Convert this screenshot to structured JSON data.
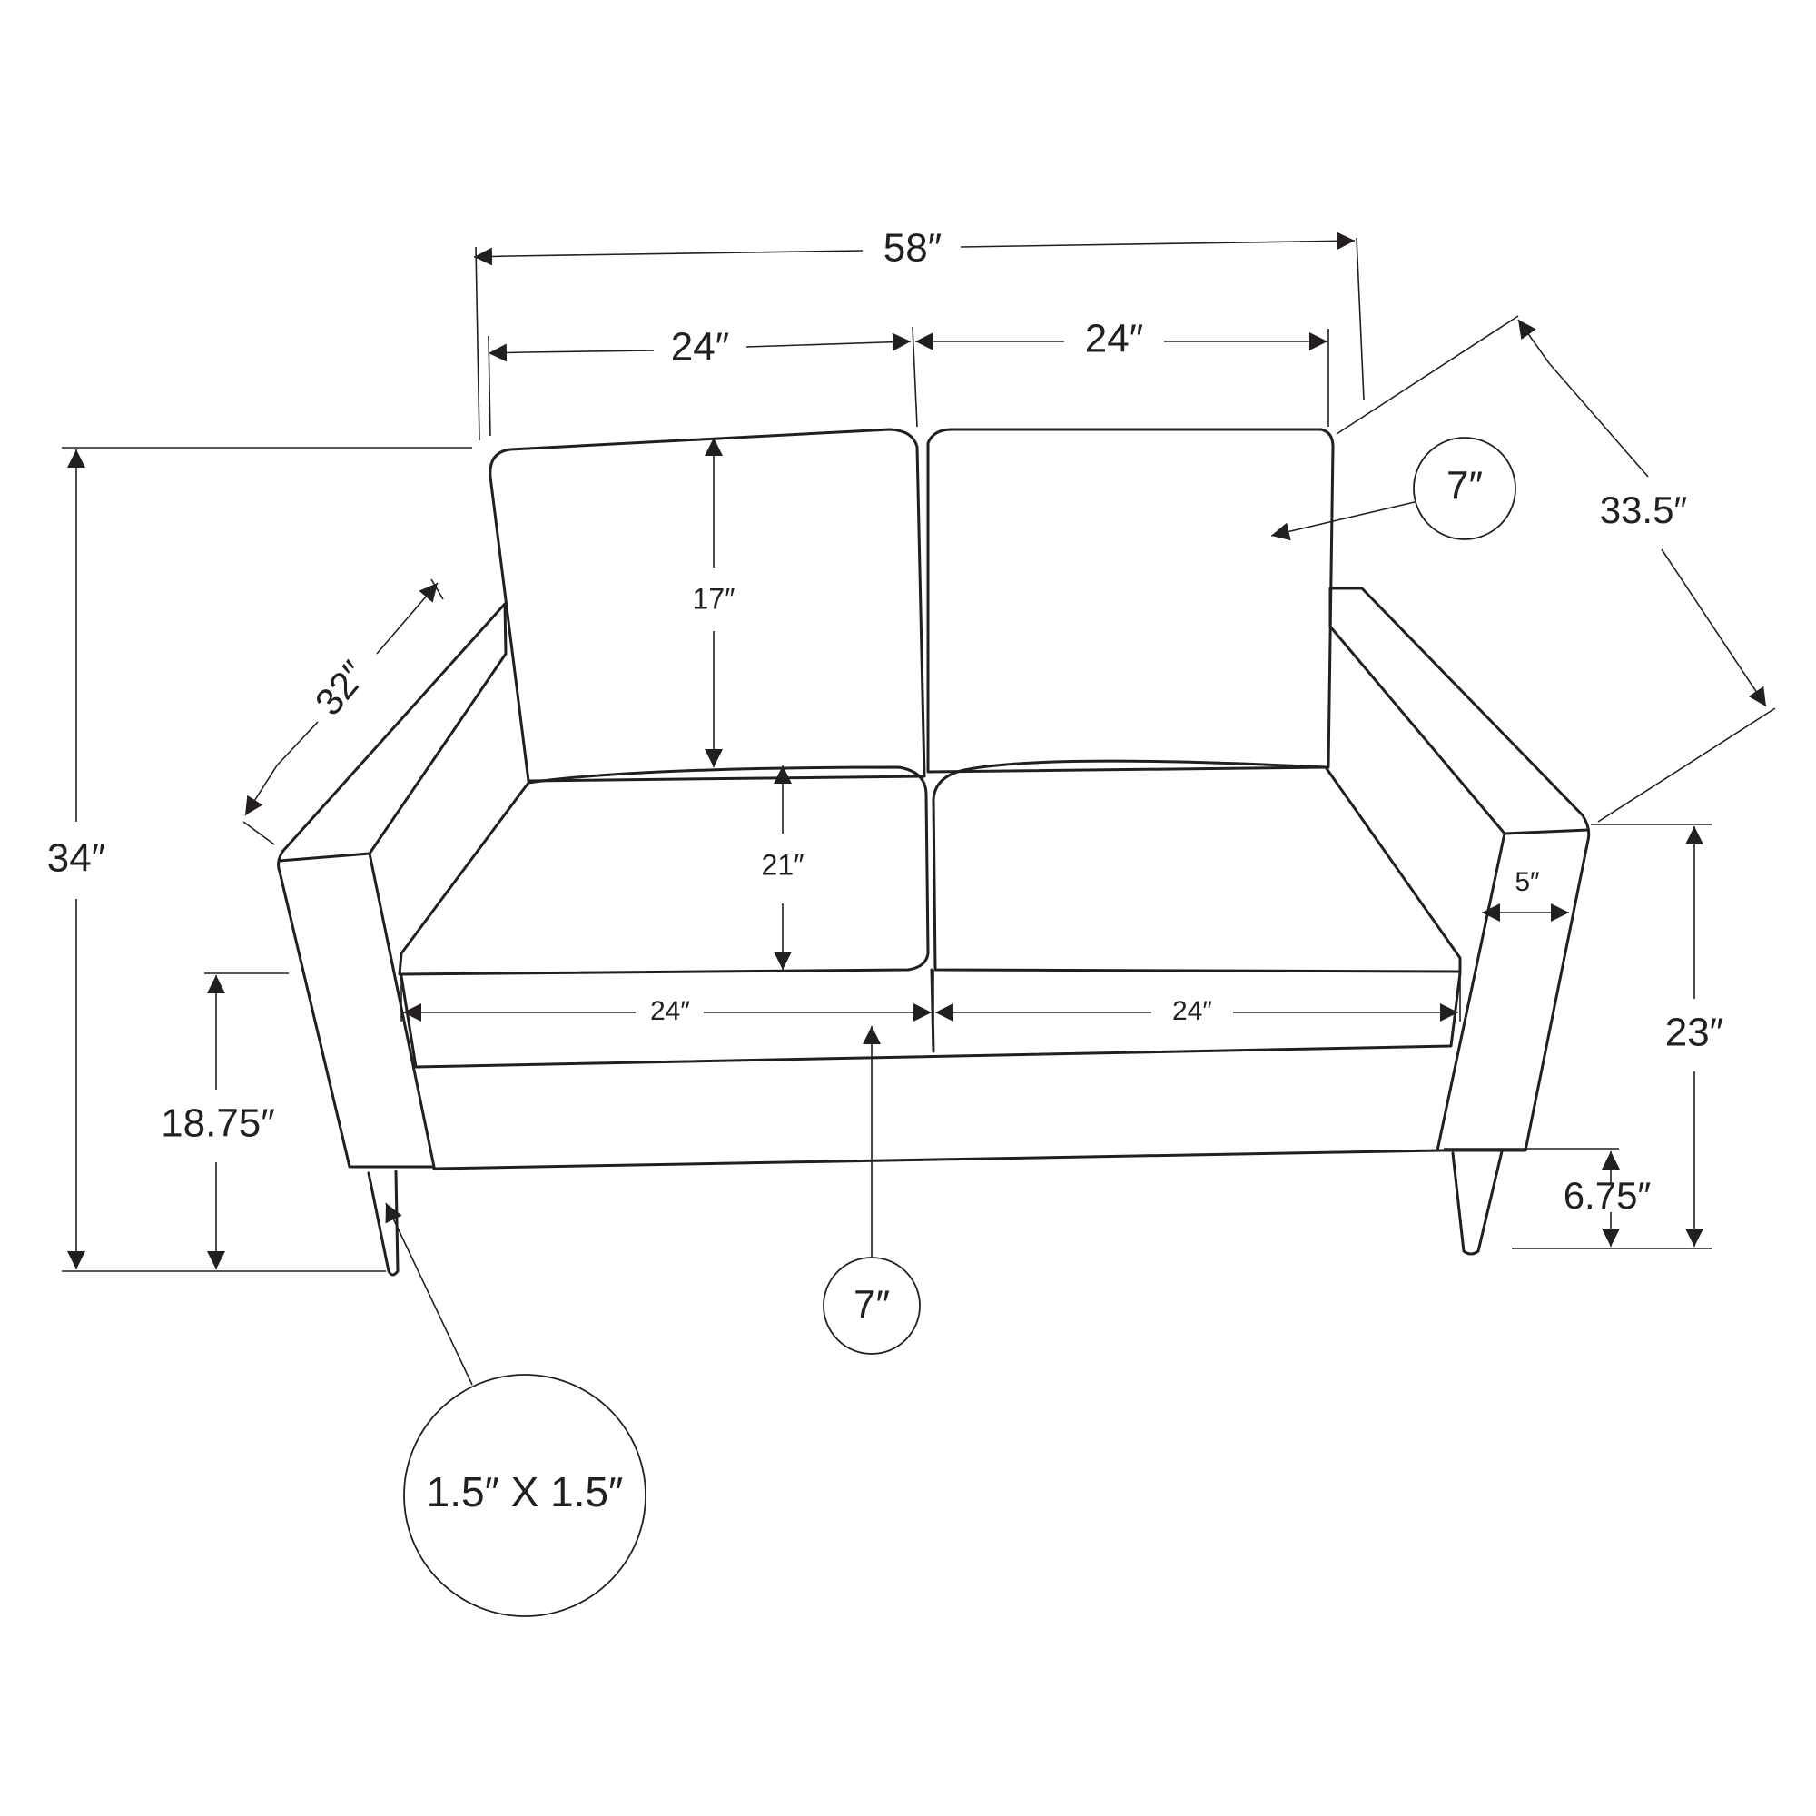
{
  "dimensions": {
    "overall_width": "58″",
    "back_left_width": "24″",
    "back_right_width": "24″",
    "overall_depth": "33.5″",
    "back_thickness": "7″",
    "arm_depth": "32″",
    "overall_height": "34″",
    "back_cushion_height": "17″",
    "seat_depth": "21″",
    "seat_left_width": "24″",
    "seat_right_width": "24″",
    "arm_width": "5″",
    "arm_height": "23″",
    "seat_height": "18.75″",
    "leg_height": "6.75″",
    "seat_cushion_thickness": "7″",
    "leg_size": "1.5″ X 1.5″"
  },
  "colors": {
    "line": "#231f20",
    "background": "#ffffff"
  }
}
